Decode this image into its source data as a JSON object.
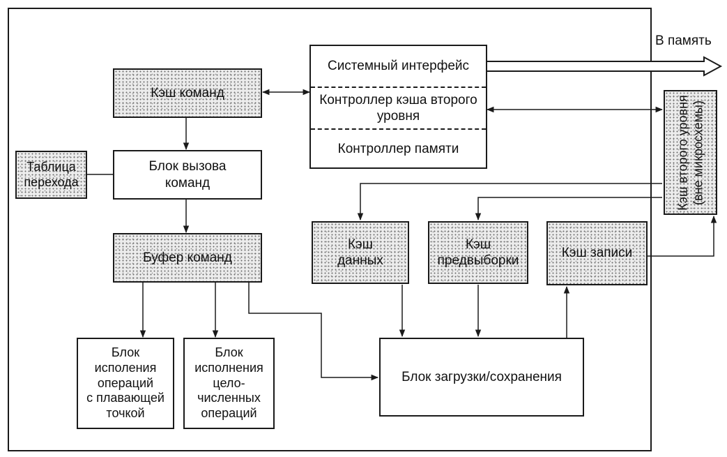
{
  "output_label": "В память",
  "blocks": {
    "icache": "Кэш команд",
    "branch_table": [
      "Таблица",
      "перехода"
    ],
    "fetch": [
      "Блок вызова",
      "команд"
    ],
    "buffer": "Буфер команд",
    "fpu": [
      "Блок",
      "исполения",
      "операций",
      "с плавающей",
      "точкой"
    ],
    "alu": [
      "Блок",
      "исполнения",
      "цело-",
      "численных",
      "операций"
    ],
    "dcache": [
      "Кэш",
      "данных"
    ],
    "prefetch": [
      "Кэш",
      "предвыборки"
    ],
    "wcache": "Кэш записи",
    "loadstore": "Блок загрузки/сохранения",
    "l2": [
      "Кэш второго",
      "уровня (вне",
      "микросхемы)"
    ]
  },
  "interface": {
    "system": "Системный интерфейс",
    "l2_controller": [
      "Контроллер кэша",
      "второго уровня"
    ],
    "mem_controller": "Контроллер памяти"
  }
}
